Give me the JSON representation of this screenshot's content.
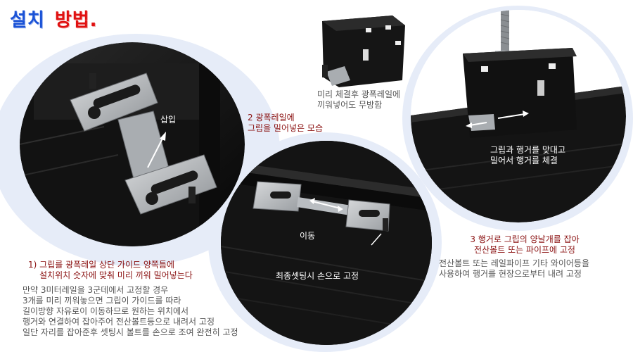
{
  "title": {
    "part1": "설치",
    "part2": "방법."
  },
  "photo_left": {
    "label": "삽입"
  },
  "photo_top": {
    "caption": [
      "미리 체결후 광폭레일에",
      "끼워넣어도 무방함"
    ]
  },
  "photo_middle": {
    "heading": [
      "2 광폭레일에",
      "그립을 밀어넣은 모습"
    ],
    "move_label": "이동",
    "fix_label": "최종셋팅시 손으로 고정"
  },
  "photo_right": {
    "label": [
      "그립과 행거를 맞대고",
      "밀어서 행거를 체결"
    ],
    "heading": [
      "3 행거로 그립의 양날개를 잡아",
      "전산볼트 또는 파이프에 고정"
    ],
    "desc": [
      "전산볼트 또는 레일파이프 기타 와이어등을",
      "사용하여 행거를 현장으로부터 내려 고정"
    ]
  },
  "step1": {
    "heading": [
      "1) 그립를 광폭레일 상단 가이드 양쪽틈에",
      "설치위치 숫자에 맞춰 미리 끼워 밀어넣는다"
    ],
    "desc": [
      "만약 3미터레일을 3군데에서 고정할 경우",
      "3개를 미리 끼워놓으면 그립이 가이드를 따라",
      "길이방향 자유로이 이동하므로 원하는 위치에서",
      "행거와 연결하여 잡아주어 전산볼트등으로 내려서 고정",
      "일단 자리를 잡아준후 셋팅시 볼트를 손으로 조여 완전히 고정"
    ]
  },
  "colors": {
    "title_blue": "#1a52d6",
    "title_red": "#e01010",
    "caption_red": "#8a1010",
    "rail_black": "#141414",
    "bracket_silver": "#b8bcc0"
  }
}
